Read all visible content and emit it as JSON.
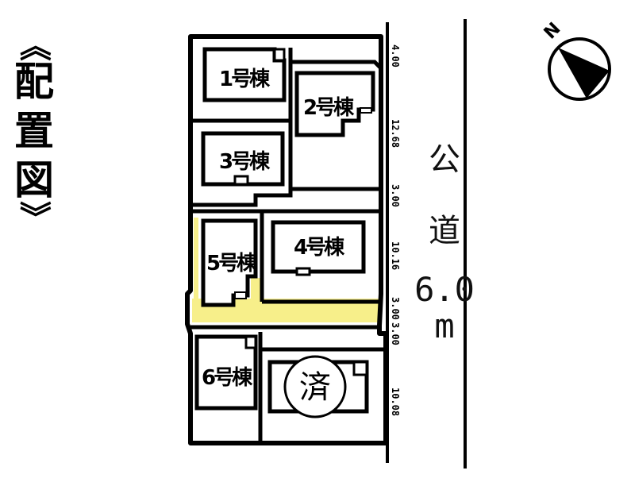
{
  "title": {
    "open_bracket": "《",
    "chars": [
      "配",
      "置",
      "図"
    ],
    "close_bracket": "》",
    "full": "《配置図》"
  },
  "road": {
    "chars": [
      "公",
      "道"
    ],
    "width_value": "6.0",
    "unit": "m",
    "full": "公道 6.0m"
  },
  "compass": {
    "icon": "north-arrow-icon",
    "label": "N"
  },
  "buildings": [
    {
      "id": "1",
      "label": "1号棟"
    },
    {
      "id": "2",
      "label": "2号棟"
    },
    {
      "id": "3",
      "label": "3号棟"
    },
    {
      "id": "4",
      "label": "4号棟"
    },
    {
      "id": "5",
      "label": "5号棟"
    },
    {
      "id": "6",
      "label": "6号棟"
    },
    {
      "id": "sold",
      "label": "済",
      "status": "sold"
    }
  ],
  "frontage_dimensions": [
    "4.00",
    "12.68",
    "3.00",
    "10.16",
    "3.00",
    "3.00",
    "10.08"
  ],
  "colors": {
    "line": "#000000",
    "shared_driveway": "#f7ef8a",
    "background": "#ffffff"
  }
}
